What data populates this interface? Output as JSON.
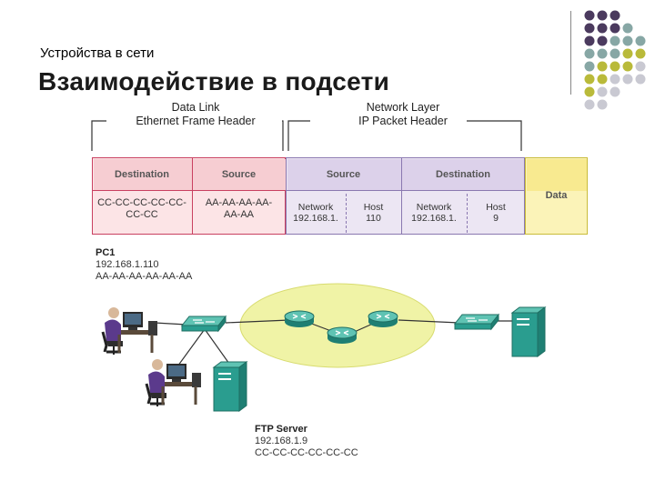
{
  "slide": {
    "subtitle": "Устройства в сети",
    "title": "Взаимодействие в подсети"
  },
  "headers": {
    "data_link": [
      "Data Link",
      "Ethernet Frame Header"
    ],
    "network_layer": [
      "Network Layer",
      "IP Packet Header"
    ]
  },
  "table": {
    "eth_dest_label": "Destination",
    "eth_src_label": "Source",
    "ip_src_label": "Source",
    "ip_dest_label": "Destination",
    "data_label": "Data",
    "eth_dest_value": [
      "CC-CC-CC-CC-CC-",
      "CC-CC"
    ],
    "eth_src_value": [
      "AA-AA-AA-AA-",
      "AA-AA"
    ],
    "ip_src_network": [
      "Network",
      "192.168.1."
    ],
    "ip_src_host": [
      "Host",
      "110"
    ],
    "ip_dest_network": [
      "Network",
      "192.168.1."
    ],
    "ip_dest_host": [
      "Host",
      "9"
    ]
  },
  "pc1": {
    "name": "PC1",
    "ip": "192.168.1.110",
    "mac": "AA-AA-AA-AA-AA-AA"
  },
  "ftp_server": {
    "name": "FTP Server",
    "ip": "192.168.1.9",
    "mac": "CC-CC-CC-CC-CC-CC"
  },
  "colors": {
    "eth_fill": "#fce4e6",
    "eth_header": "#f6cdd2",
    "eth_border": "#c94060",
    "ip_fill": "#ece6f3",
    "ip_header": "#dcd1ea",
    "ip_border": "#8a78b0",
    "data_fill": "#fbf3b8",
    "data_header": "#f8ea90",
    "cloud": "#f0f3a6",
    "device_teal": "#2a9d8f",
    "dot_purple": "#4b3a5e",
    "dot_teal": "#87a7a5",
    "dot_olive": "#b9ba3a",
    "dot_grey": "#c9c9d2"
  },
  "icons": [
    "workstation-icon",
    "switch-icon",
    "router-icon",
    "server-icon"
  ]
}
